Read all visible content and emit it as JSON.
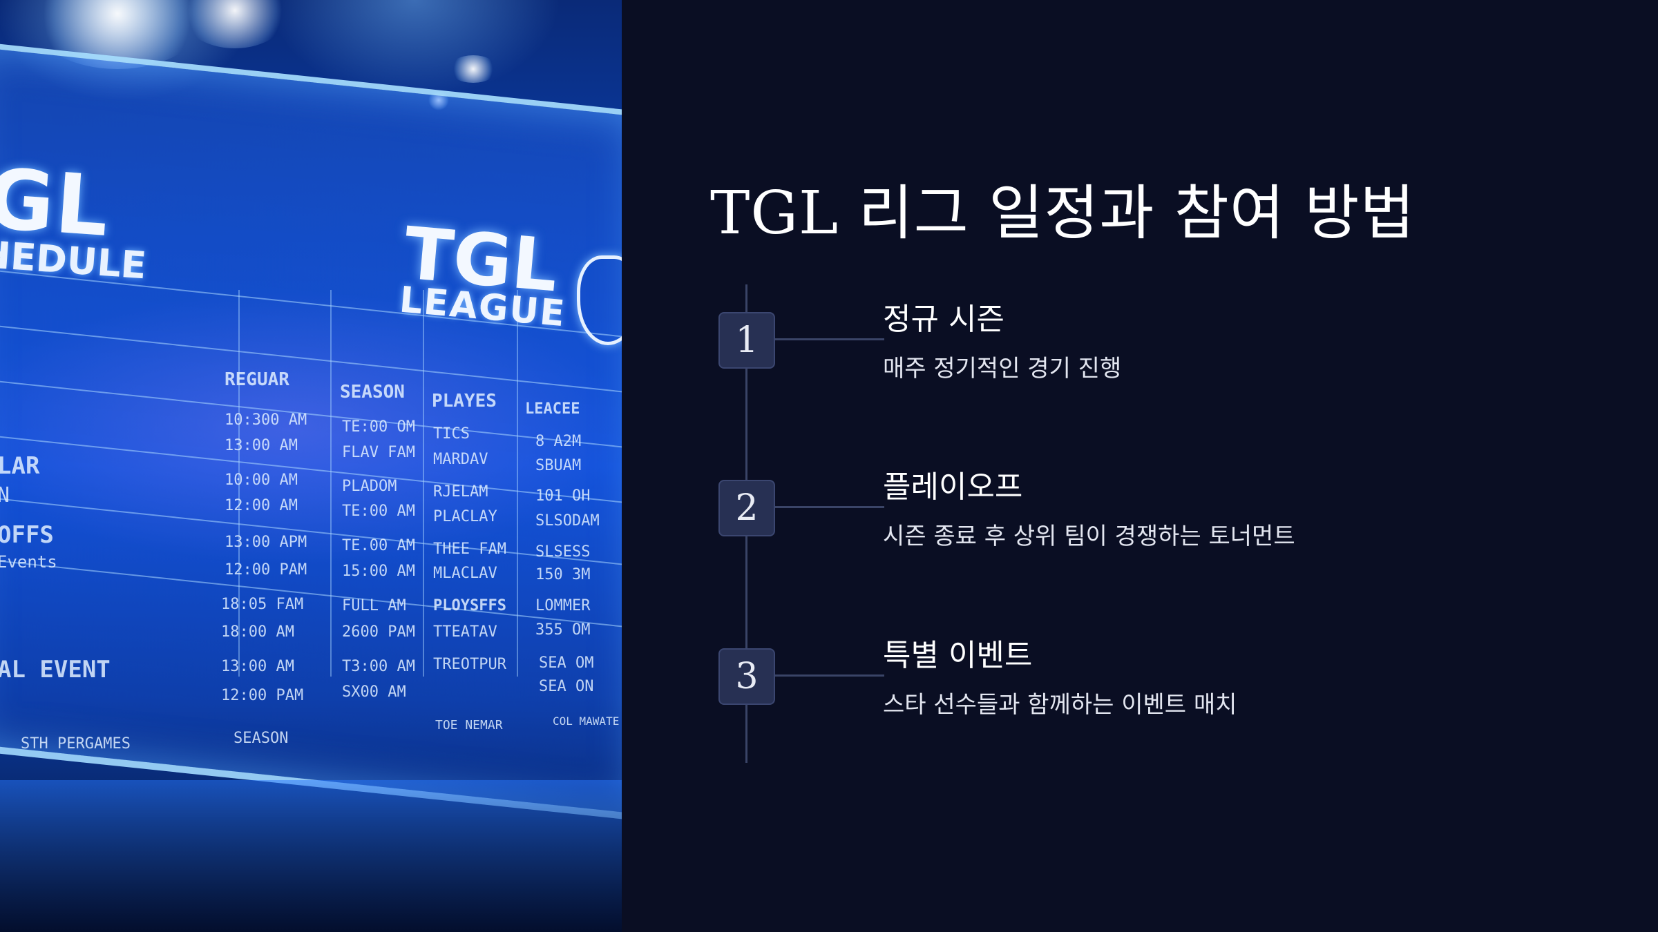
{
  "hero_image": {
    "alt_icon": "tgl-league-schedule-board",
    "board_text": {
      "logo_big": "GL",
      "logo_sub": "HEDULE",
      "tgl": "TGL",
      "league": "LEAGUE",
      "headers": [
        "REGUAR",
        "SEASON",
        "PLAYES",
        "LEACEE"
      ],
      "left_labels": [
        "LAR",
        "N",
        "OFFS",
        "Events",
        "AL EVENT",
        "STH PERGAMES"
      ],
      "rows": [
        [
          "10:300 AM",
          "TE:00 OM",
          "TICS",
          "8 A2M"
        ],
        [
          "13:00 AM",
          "FLAV FAM",
          "MARDAV",
          "SBUAM"
        ],
        [
          "10:00 AM",
          "PLADOM",
          "RJELAM",
          "101 OH"
        ],
        [
          "12:00 AM",
          "TE:00 AM",
          "PLACLAY",
          "SLSODAM"
        ],
        [
          "13:00 APM",
          "TE.00 AM",
          "THEE FAM",
          "SLSESS"
        ],
        [
          "12:00 PAM",
          "15:00 AM",
          "MLACLAV",
          "150 3M"
        ],
        [
          "18:05 FAM",
          "FULL AM",
          "PLOYSFFS",
          "LOMMER"
        ],
        [
          "18:00 AM",
          "2600 PAM",
          "TTEATAV",
          "355 OM"
        ],
        [
          "13:00 AM",
          "T3:00 AM",
          "TREOTPUR",
          "SEA OM"
        ],
        [
          "12:00 PAM",
          "SX00 AM",
          "",
          "SEA ON"
        ]
      ],
      "footer": [
        "SEASON",
        "TOE NEMAR",
        "COL MAWATE"
      ]
    }
  },
  "slide": {
    "title": "TGL 리그 일정과 참여 방법",
    "steps": [
      {
        "number": "1",
        "title": "정규 시즌",
        "description": "매주 정기적인 경기 진행"
      },
      {
        "number": "2",
        "title": "플레이오프",
        "description": "시즌 종료 후 상위 팀이 경쟁하는 토너먼트"
      },
      {
        "number": "3",
        "title": "특별 이벤트",
        "description": "스타 선수들과 함께하는 이벤트 매치"
      }
    ]
  },
  "colors": {
    "background": "#0a0e23",
    "badge_fill": "#273053",
    "timeline": "#3a4467",
    "text": "#ffffff"
  }
}
